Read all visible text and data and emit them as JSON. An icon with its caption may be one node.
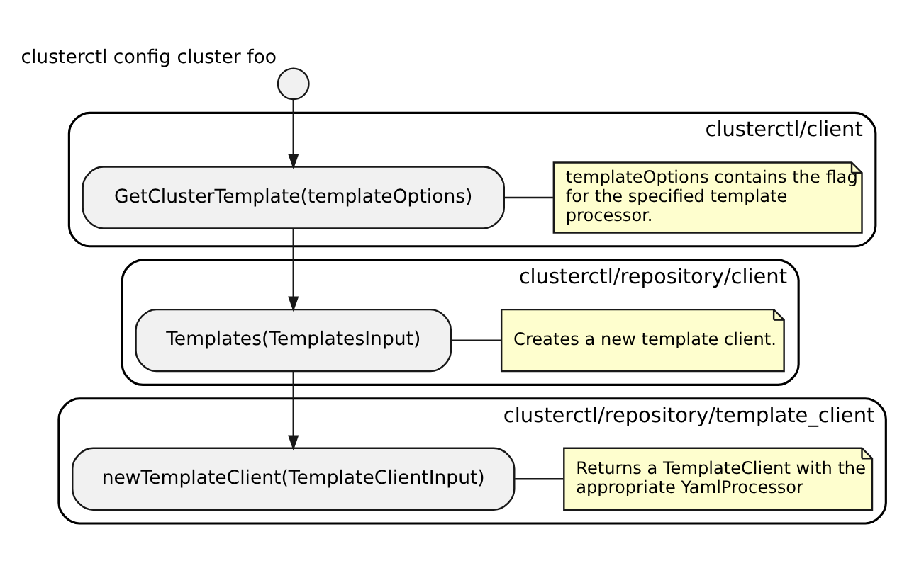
{
  "diagram": {
    "nodes": [
      {
        "text": [],
        "shape": "circle",
        "beside": [
          "clusterctl config cluster foo"
        ]
      },
      {
        "text": [
          "clusterctl/client"
        ]
      },
      {
        "text": [
          "GetClusterTemplate(templateOptions)"
        ],
        "in": 1
      },
      {
        "text": [
          "templateOptions contains the flag for the specified template processor."
        ],
        "in": 1
      },
      {
        "text": [
          "clusterctl/repository/client"
        ]
      },
      {
        "text": [
          "Templates(TemplatesInput)"
        ],
        "in": 4
      },
      {
        "text": [
          "Creates a new template client."
        ],
        "in": 4
      },
      {
        "text": [
          "clusterctl/repository/template_client"
        ]
      },
      {
        "text": [
          "newTemplateClient(TemplateClientInput)"
        ],
        "in": 7
      },
      {
        "text": [
          "Returns a TemplateClient with the appropriate YamlProcessor"
        ],
        "in": 7
      }
    ],
    "edges": [
      {
        "from": 0,
        "to": 2,
        "arrow": "to"
      },
      {
        "from": 2,
        "to": 3,
        "arrow": "none"
      },
      {
        "from": 2,
        "to": 5,
        "arrow": "to"
      },
      {
        "from": 5,
        "to": 6,
        "arrow": "none"
      },
      {
        "from": 5,
        "to": 8,
        "arrow": "to"
      },
      {
        "from": 8,
        "to": 9,
        "arrow": "none"
      }
    ]
  }
}
